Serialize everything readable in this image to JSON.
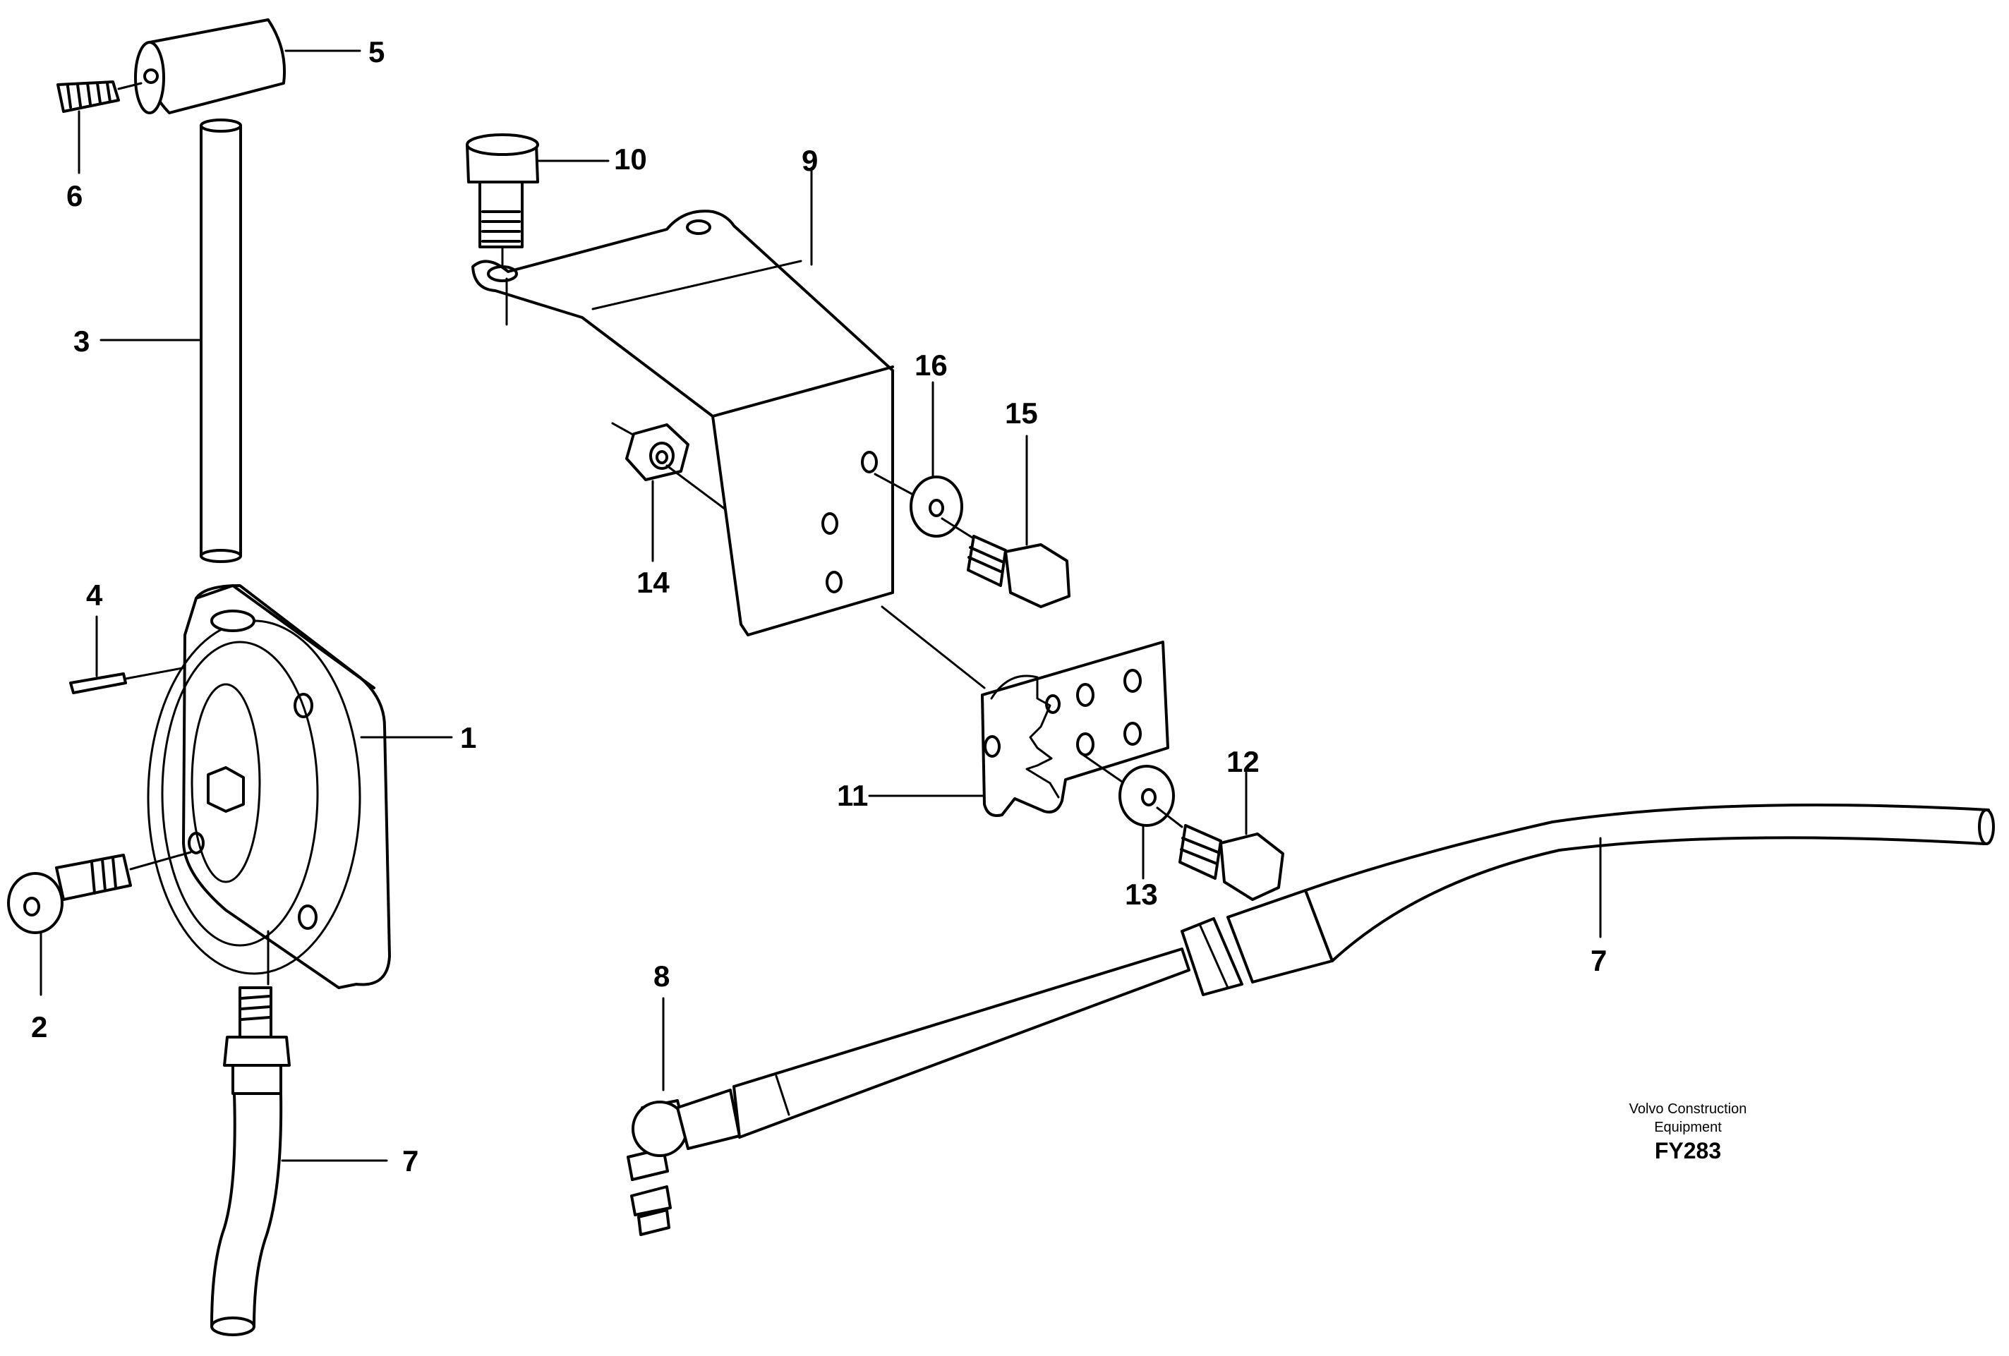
{
  "diagram": {
    "callouts": {
      "c1": "1",
      "c2": "2",
      "c3": "3",
      "c4": "4",
      "c5": "5",
      "c6": "6",
      "c7a": "7",
      "c7b": "7",
      "c8": "8",
      "c9": "9",
      "c10": "10",
      "c11": "11",
      "c12": "12",
      "c13": "13",
      "c14": "14",
      "c15": "15",
      "c16": "16"
    },
    "credit_line1": "Volvo Construction",
    "credit_line2": "Equipment",
    "figure_code": "FY283"
  }
}
